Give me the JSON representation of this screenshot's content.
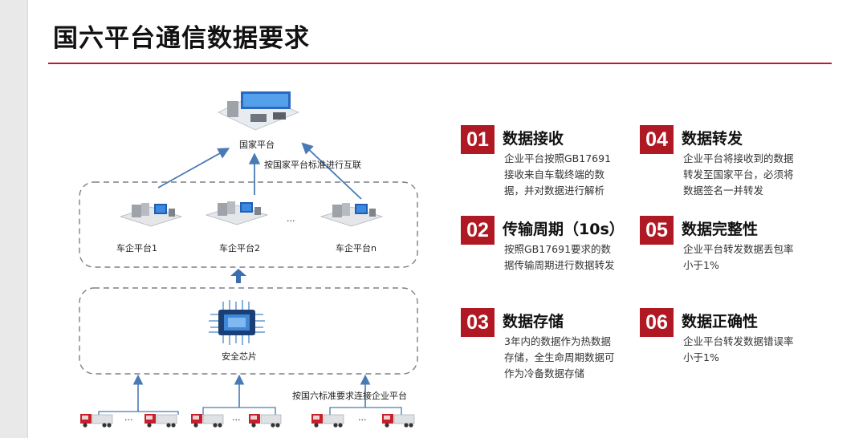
{
  "title": "国六平台通信数据要求",
  "colors": {
    "accent": "#b01923",
    "rule": "#c01a2a",
    "arrow": "#4a7ab5",
    "truck_red": "#c8202b"
  },
  "diagram": {
    "national_platform": "国家平台",
    "interconnect_label": "按国家平台标准进行互联",
    "oem_platforms": [
      "车企平台1",
      "车企平台2",
      "车企平台n"
    ],
    "ellipsis": "...",
    "chip_label": "安全芯片",
    "connect_label": "按国六标准要求连接企业平台",
    "truck_ellipsis": "..."
  },
  "blocks": [
    {
      "num": "01",
      "title": "数据接收",
      "desc": "企业平台按照GB17691接收来自车载终端的数据，并对数据进行解析"
    },
    {
      "num": "02",
      "title": "传输周期（10s）",
      "desc": "按照GB17691要求的数据传输周期进行数据转发"
    },
    {
      "num": "03",
      "title": "数据存储",
      "desc": "3年内的数据作为热数据存储，全生命周期数据可作为冷备数据存储"
    },
    {
      "num": "04",
      "title": "数据转发",
      "desc": "企业平台将接收到的数据转发至国家平台，必须将数据签名一并转发"
    },
    {
      "num": "05",
      "title": "数据完整性",
      "desc": "企业平台转发数据丢包率小于1%"
    },
    {
      "num": "06",
      "title": "数据正确性",
      "desc": "企业平台转发数据错误率小于1%"
    }
  ]
}
